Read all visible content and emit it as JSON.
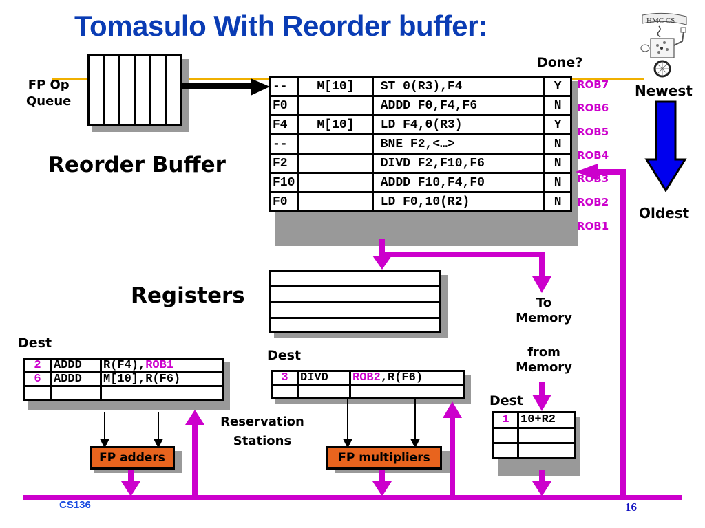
{
  "title": "Tomasulo With Reorder buffer:",
  "labels": {
    "fp_op_queue_line1": "FP Op",
    "fp_op_queue_line2": "Queue",
    "reorder_buffer": "Reorder Buffer",
    "done_header": "Done?",
    "newest": "Newest",
    "oldest": "Oldest",
    "registers": "Registers",
    "to_memory_line1": "To",
    "to_memory_line2": "Memory",
    "from_memory_line1": "from",
    "from_memory_line2": "Memory",
    "reservation_stations_line1": "Reservation",
    "reservation_stations_line2": "Stations",
    "dest_adders": "Dest",
    "dest_mult": "Dest",
    "dest_mem": "Dest",
    "fp_adders": "FP adders",
    "fp_multipliers": "FP multipliers"
  },
  "reorder_buffer": [
    {
      "dest": "--",
      "value": "M[10]",
      "instruction": "ST 0(R3),F4",
      "done": "Y",
      "tag": "ROB7"
    },
    {
      "dest": "F0",
      "value": "",
      "instruction": "ADDD F0,F4,F6",
      "done": "N",
      "tag": "ROB6"
    },
    {
      "dest": "F4",
      "value": "M[10]",
      "instruction": "LD F4,0(R3)",
      "done": "Y",
      "tag": "ROB5"
    },
    {
      "dest": "--",
      "value": "",
      "instruction": "BNE F2,<…>",
      "done": "N",
      "tag": "ROB4"
    },
    {
      "dest": "F2",
      "value": "",
      "instruction": "DIVD F2,F10,F6",
      "done": "N",
      "tag": "ROB3"
    },
    {
      "dest": "F10",
      "value": "",
      "instruction": "ADDD F10,F4,F0",
      "done": "N",
      "tag": "ROB2"
    },
    {
      "dest": "F0",
      "value": "",
      "instruction": "LD F0,10(R2)",
      "done": "N",
      "tag": "ROB1"
    }
  ],
  "adder_stations": [
    {
      "dest": "2",
      "op": "ADDD",
      "operand1": "R(F4)",
      "sep": ",",
      "operand2": "ROB1"
    },
    {
      "dest": "6",
      "op": "ADDD",
      "operand1": "M[10]",
      "sep": ",",
      "operand2": "R(F6)"
    },
    {
      "dest": "",
      "op": "",
      "operand1": "",
      "sep": "",
      "operand2": ""
    }
  ],
  "mult_stations": [
    {
      "dest": "3",
      "op": "DIVD",
      "operand1": "ROB2",
      "sep": ",",
      "operand2": "R(F6)"
    },
    {
      "dest": "",
      "op": "",
      "operand1": "",
      "sep": "",
      "operand2": ""
    }
  ],
  "memory_buffer": [
    {
      "dest": "1",
      "address": "10+R2"
    },
    {
      "dest": "",
      "address": ""
    },
    {
      "dest": "",
      "address": ""
    }
  ],
  "logo_text": "HMC CS",
  "footer": {
    "course": "CS136",
    "page": "16"
  },
  "colors": {
    "title": "#0a3cb4",
    "bus": "#cc00cc",
    "unit": "#e8641e",
    "arrow_blue": "#0000ee",
    "queue_line": "#f0b000"
  }
}
